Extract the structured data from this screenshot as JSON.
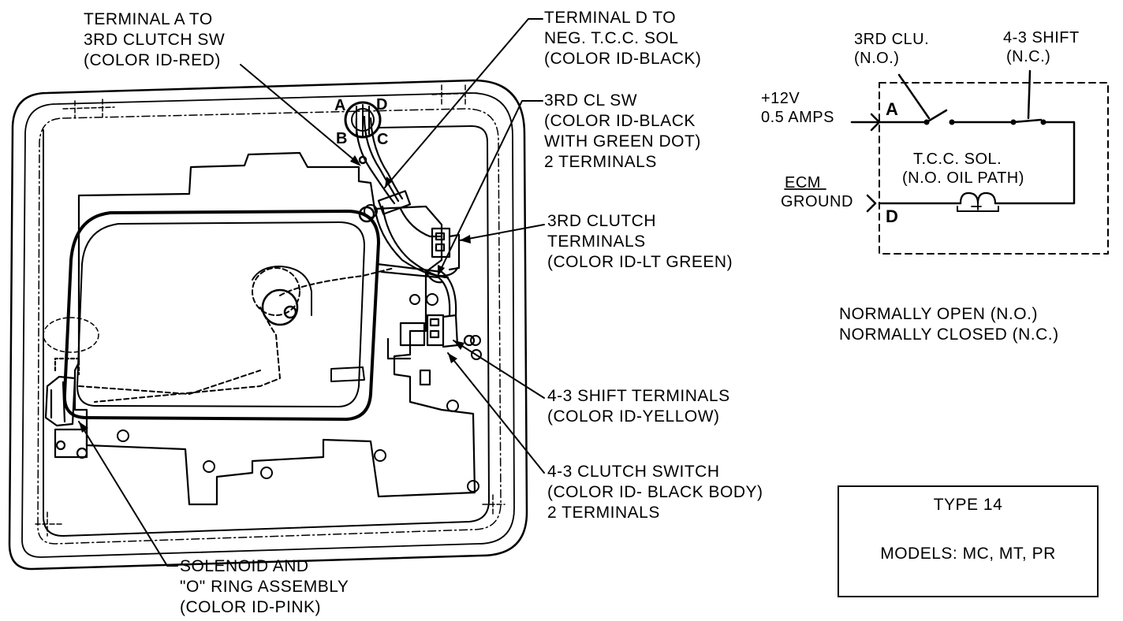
{
  "callouts": {
    "terminal_a": [
      "TERMINAL A TO",
      "3RD CLUTCH SW",
      "(COLOR ID-RED)"
    ],
    "terminal_d": [
      "TERMINAL D TO",
      "NEG. T.C.C. SOL",
      "(COLOR ID-BLACK)"
    ],
    "third_cl_sw": [
      "3RD CL SW",
      "(COLOR ID-BLACK",
      "WITH GREEN DOT)",
      "2 TERMINALS"
    ],
    "third_clutch_terminals": [
      "3RD CLUTCH",
      "TERMINALS",
      "(COLOR ID-LT GREEN)"
    ],
    "shift_43_terminals": [
      "4-3 SHIFT TERMINALS",
      "(COLOR ID-YELLOW)"
    ],
    "clutch_43_switch": [
      "4-3 CLUTCH SWITCH",
      "(COLOR ID- BLACK BODY)",
      "2 TERMINALS"
    ],
    "solenoid": [
      "SOLENOID AND",
      "\"O\" RING ASSEMBLY",
      "(COLOR ID-PINK)"
    ]
  },
  "connector_pins": {
    "a": "A",
    "b": "B",
    "c": "C",
    "d": "D"
  },
  "schematic": {
    "third_clu": [
      "3RD CLU.",
      "(N.O.)"
    ],
    "shift_43": [
      "4-3 SHIFT",
      "(N.C.)"
    ],
    "supply": [
      "+12V",
      "0.5 AMPS"
    ],
    "ecm": [
      "ECM",
      "GROUND"
    ],
    "pin_a": "A",
    "pin_d": "D",
    "solenoid": [
      "T.C.C. SOL.",
      "(N.O. OIL PATH)"
    ]
  },
  "legend": [
    "NORMALLY OPEN (N.O.)",
    "NORMALLY CLOSED (N.C.)"
  ],
  "type_box": {
    "type": "TYPE 14",
    "models": "MODELS: MC, MT, PR"
  }
}
